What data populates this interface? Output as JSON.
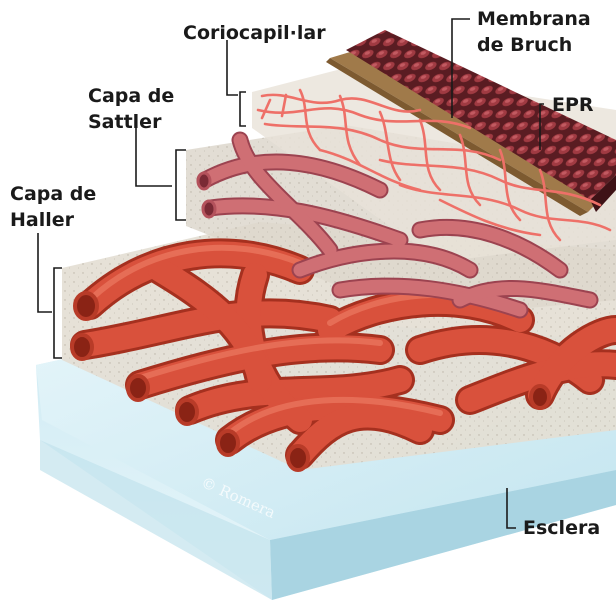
{
  "labels": {
    "coriocapillar": "Coriocapil·lar",
    "membrana_line1": "Membrana",
    "membrana_line2": "de Bruch",
    "capa_sattler_line1": "Capa de",
    "capa_sattler_line2": "Sattler",
    "capa_haller_line1": "Capa de",
    "capa_haller_line2": "Haller",
    "epr": "EPR",
    "esclera": "Esclera"
  },
  "watermark": "© Romera",
  "colors": {
    "vessel": "#d9513c",
    "vessel_dark": "#a5301f",
    "vessel_pink": "#cf6f74",
    "sclera": "#d6eef5",
    "tissue": "#e2ddd3",
    "bruch": "#a07a4a",
    "epr": "#8a2e34"
  }
}
